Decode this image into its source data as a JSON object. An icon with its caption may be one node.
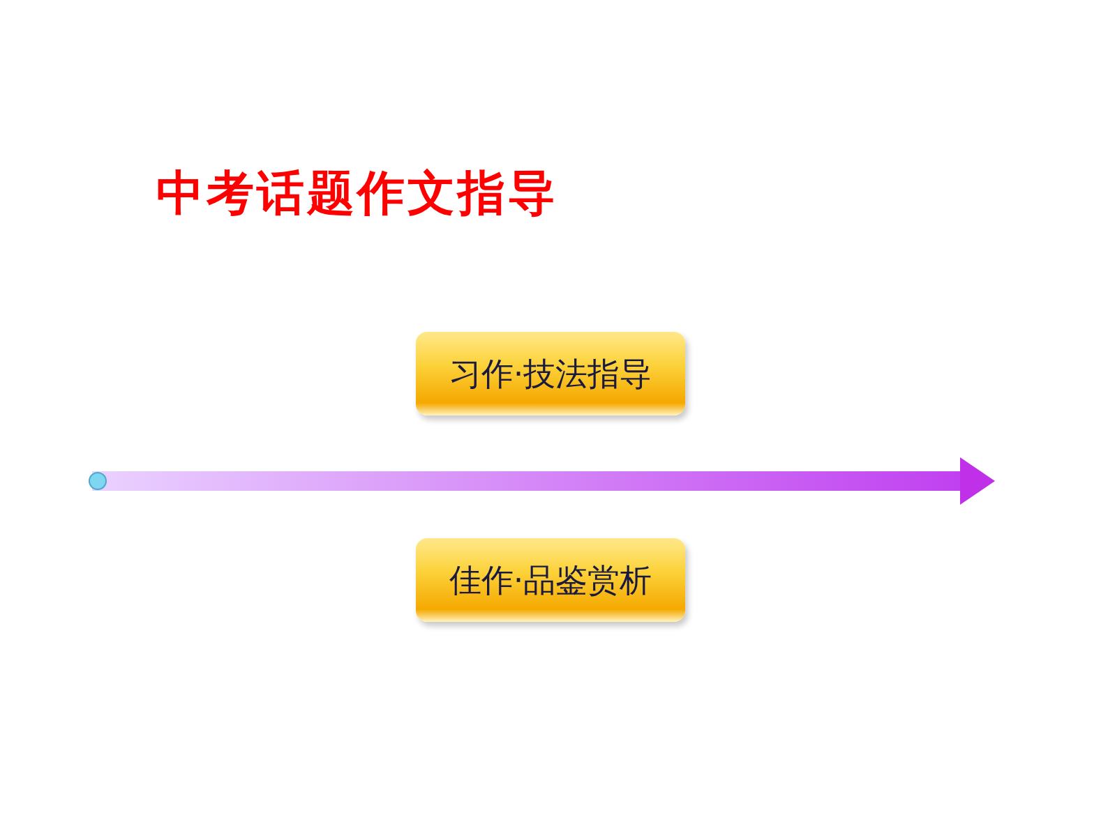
{
  "diagram": {
    "title": "中考话题作文指导",
    "nodes": [
      {
        "text": [
          "习作·技法指导"
        ]
      },
      {
        "text": [
          "佳作·品鉴赏析"
        ]
      }
    ],
    "edges": []
  }
}
